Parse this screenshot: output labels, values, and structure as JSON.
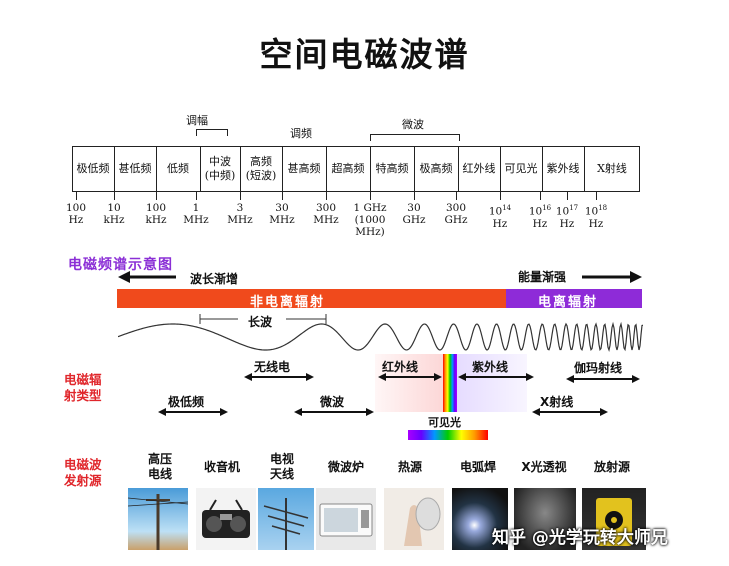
{
  "title": "空间电磁波谱",
  "band": {
    "cells": [
      "极低频",
      "甚低频",
      "低频",
      "中波\n(中频)",
      "高频\n(短波)",
      "甚高频",
      "超高频",
      "特高频",
      "极高频",
      "红外线",
      "可见光",
      "紫外线",
      "X射线"
    ],
    "brackets": {
      "am": "调幅",
      "fm": "调频",
      "microwave": "微波"
    }
  },
  "frequencies": [
    {
      "v": "100",
      "u": "Hz"
    },
    {
      "v": "10",
      "u": "kHz"
    },
    {
      "v": "100",
      "u": "kHz"
    },
    {
      "v": "1",
      "u": "MHz"
    },
    {
      "v": "3",
      "u": "MHz"
    },
    {
      "v": "30",
      "u": "MHz"
    },
    {
      "v": "300",
      "u": "MHz"
    },
    {
      "v": "1 GHz",
      "u": "(1000\nMHz)"
    },
    {
      "v": "30",
      "u": "GHz"
    },
    {
      "v": "300",
      "u": "GHz"
    },
    {
      "v": "10",
      "e": "14",
      "u": "Hz"
    },
    {
      "v": "10",
      "e": "16",
      "u": "Hz"
    },
    {
      "v": "10",
      "e": "17",
      "u": "Hz"
    },
    {
      "v": "10",
      "e": "18",
      "u": "Hz"
    }
  ],
  "spectrum": {
    "section_title": "电磁频谱示意图",
    "wavelength_increase": "波长渐增",
    "energy_increase": "能量渐强",
    "non_ionizing": "非电离辐射",
    "ionizing": "电离辐射",
    "long_wave": "长波",
    "radio": "无线电",
    "infrared": "红外线",
    "ultraviolet": "紫外线",
    "gamma": "伽玛射线",
    "elf": "极低频",
    "microwave": "微波",
    "xray": "X射线",
    "visible": "可见光",
    "radiation_type": "电磁辐\n射类型",
    "source_type": "电磁波\n发射源"
  },
  "sources": [
    "高压\n电线",
    "收音机",
    "电视\n天线",
    "微波炉",
    "热源",
    "电弧焊",
    "X光透视",
    "放射源"
  ],
  "watermark": "知乎 @光学玩转大师兄",
  "colors": {
    "red_bar": "#f04a1c",
    "purple_bar": "#8e2bd8",
    "label_red": "#e0262b",
    "title_purple": "#8b2fd6"
  }
}
